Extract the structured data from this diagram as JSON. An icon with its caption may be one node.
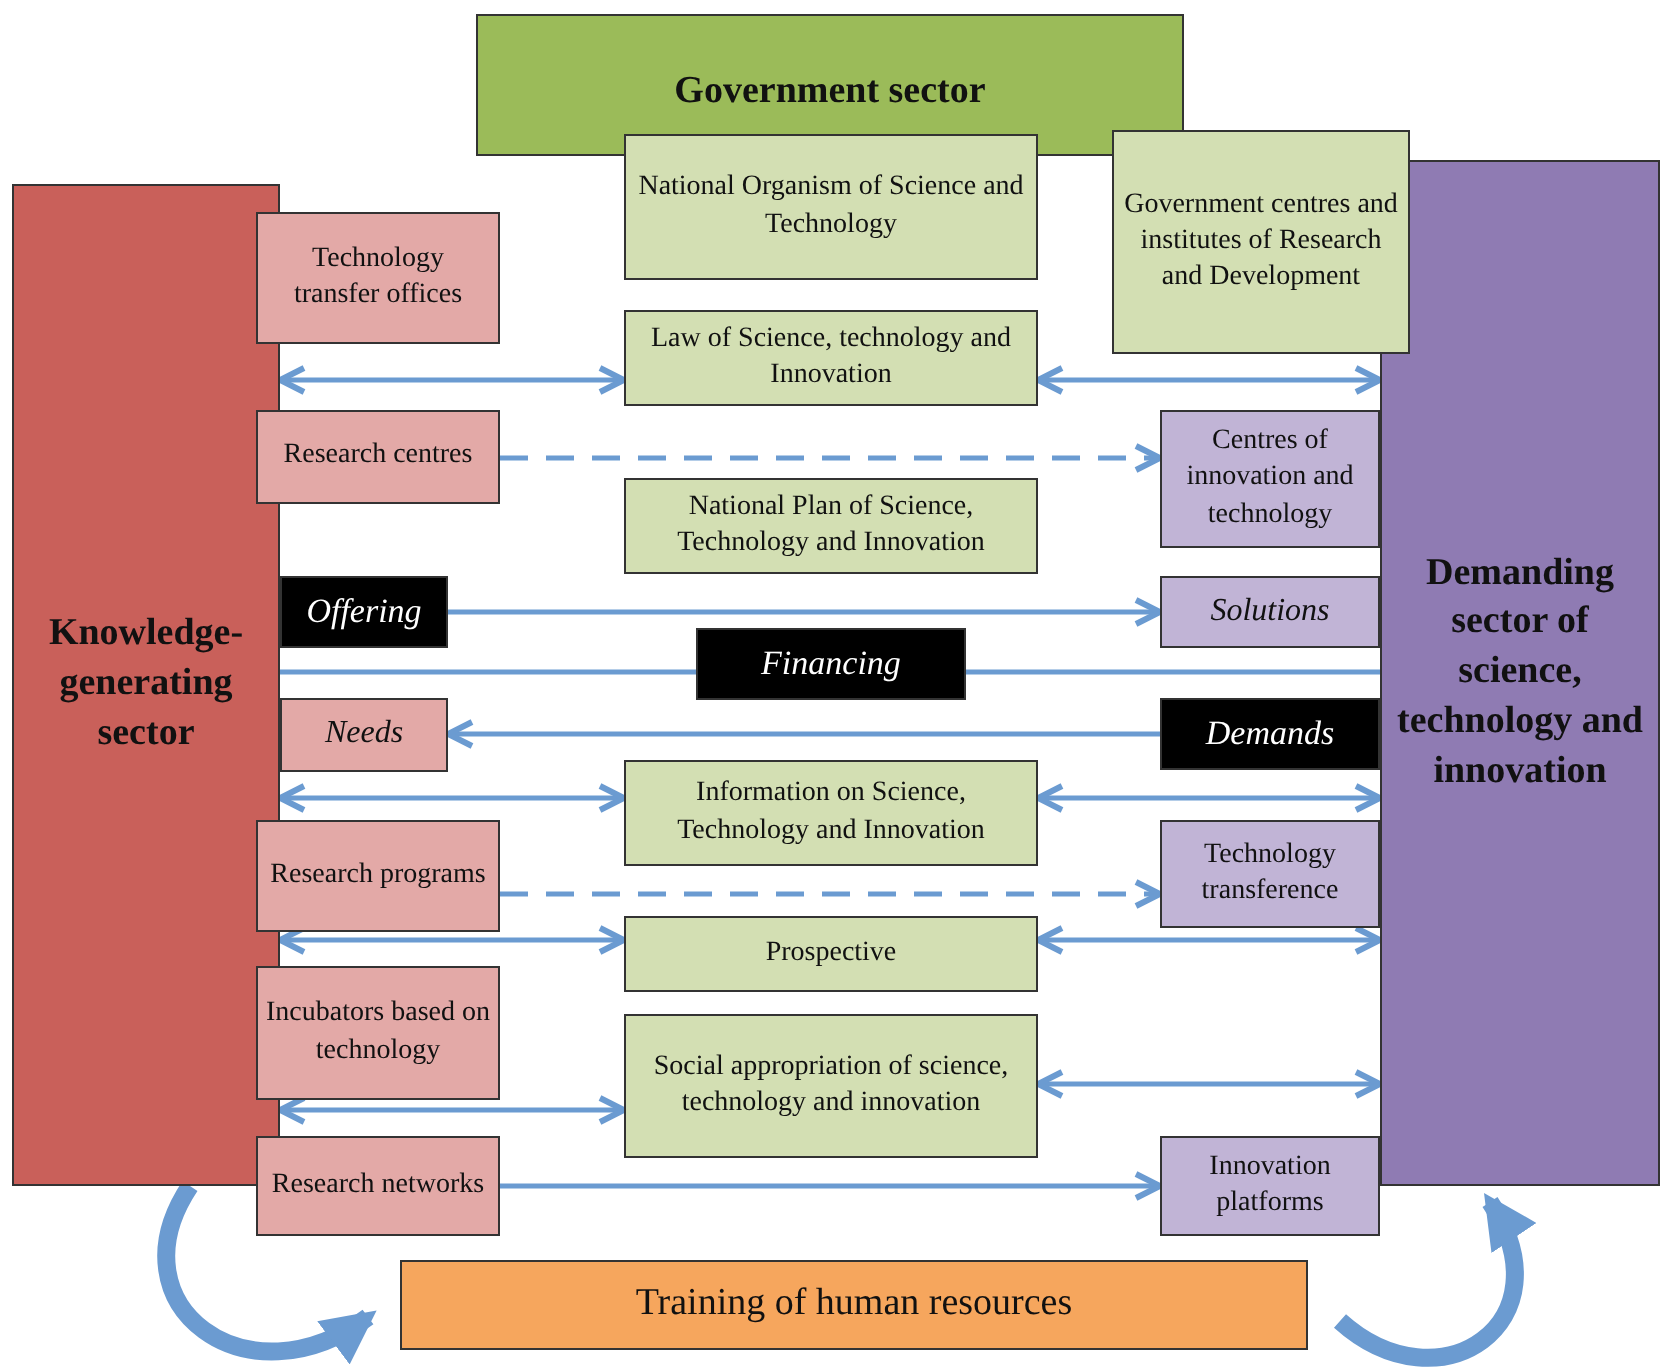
{
  "diagram": {
    "nodes": [
      {
        "text": [
          "Government sector"
        ]
      },
      {
        "text": [
          "Knowledge-generating sector"
        ]
      },
      {
        "text": [
          "Demanding sector of science, technology and innovation"
        ]
      },
      {
        "text": [
          "National Organism of Science and Technology"
        ]
      },
      {
        "text": [
          "Government centres and institutes of Research and Development"
        ]
      },
      {
        "text": [
          "Technology transfer offices"
        ]
      },
      {
        "text": [
          "Law of Science, technology and Innovation"
        ]
      },
      {
        "text": [
          "Research centres"
        ]
      },
      {
        "text": [
          "Centres of innovation and technology"
        ]
      },
      {
        "text": [
          "National Plan of Science, Technology and Innovation"
        ]
      },
      {
        "text": [
          "Offering"
        ]
      },
      {
        "text": [
          "Solutions"
        ]
      },
      {
        "text": [
          "Financing"
        ]
      },
      {
        "text": [
          "Needs"
        ]
      },
      {
        "text": [
          "Demands"
        ]
      },
      {
        "text": [
          "Information on Science, Technology and Innovation"
        ]
      },
      {
        "text": [
          "Research programs"
        ]
      },
      {
        "text": [
          "Technology transference"
        ]
      },
      {
        "text": [
          "Prospective"
        ]
      },
      {
        "text": [
          "Incubators based on technology"
        ]
      },
      {
        "text": [
          "Social appropriation of science, technology and innovation"
        ]
      },
      {
        "text": [
          "Research networks"
        ]
      },
      {
        "text": [
          "Innovation platforms"
        ]
      },
      {
        "text": [
          "Training of human resources"
        ]
      }
    ],
    "edges": [
      {
        "from": 1,
        "to": 6,
        "arrow": "both"
      },
      {
        "from": 6,
        "to": 2,
        "arrow": "both"
      },
      {
        "from": 7,
        "to": 8,
        "arrow": "to",
        "style": "dashed"
      },
      {
        "from": 10,
        "to": 11,
        "arrow": "to"
      },
      {
        "from": 1,
        "to": 12,
        "arrow": "none"
      },
      {
        "from": 12,
        "to": 2,
        "arrow": "none"
      },
      {
        "from": 14,
        "to": 13,
        "arrow": "to"
      },
      {
        "from": 1,
        "to": 15,
        "arrow": "both"
      },
      {
        "from": 15,
        "to": 2,
        "arrow": "both"
      },
      {
        "from": 16,
        "to": 17,
        "arrow": "to",
        "style": "dashed"
      },
      {
        "from": 1,
        "to": 18,
        "arrow": "both"
      },
      {
        "from": 18,
        "to": 2,
        "arrow": "both"
      },
      {
        "from": 1,
        "to": 20,
        "arrow": "both"
      },
      {
        "from": 20,
        "to": 2,
        "arrow": "both"
      },
      {
        "from": 21,
        "to": 22,
        "arrow": "to"
      },
      {
        "from": 1,
        "to": 23,
        "arrow": "to",
        "style": "thick"
      },
      {
        "from": 23,
        "to": 2,
        "arrow": "to",
        "style": "thick"
      }
    ]
  }
}
